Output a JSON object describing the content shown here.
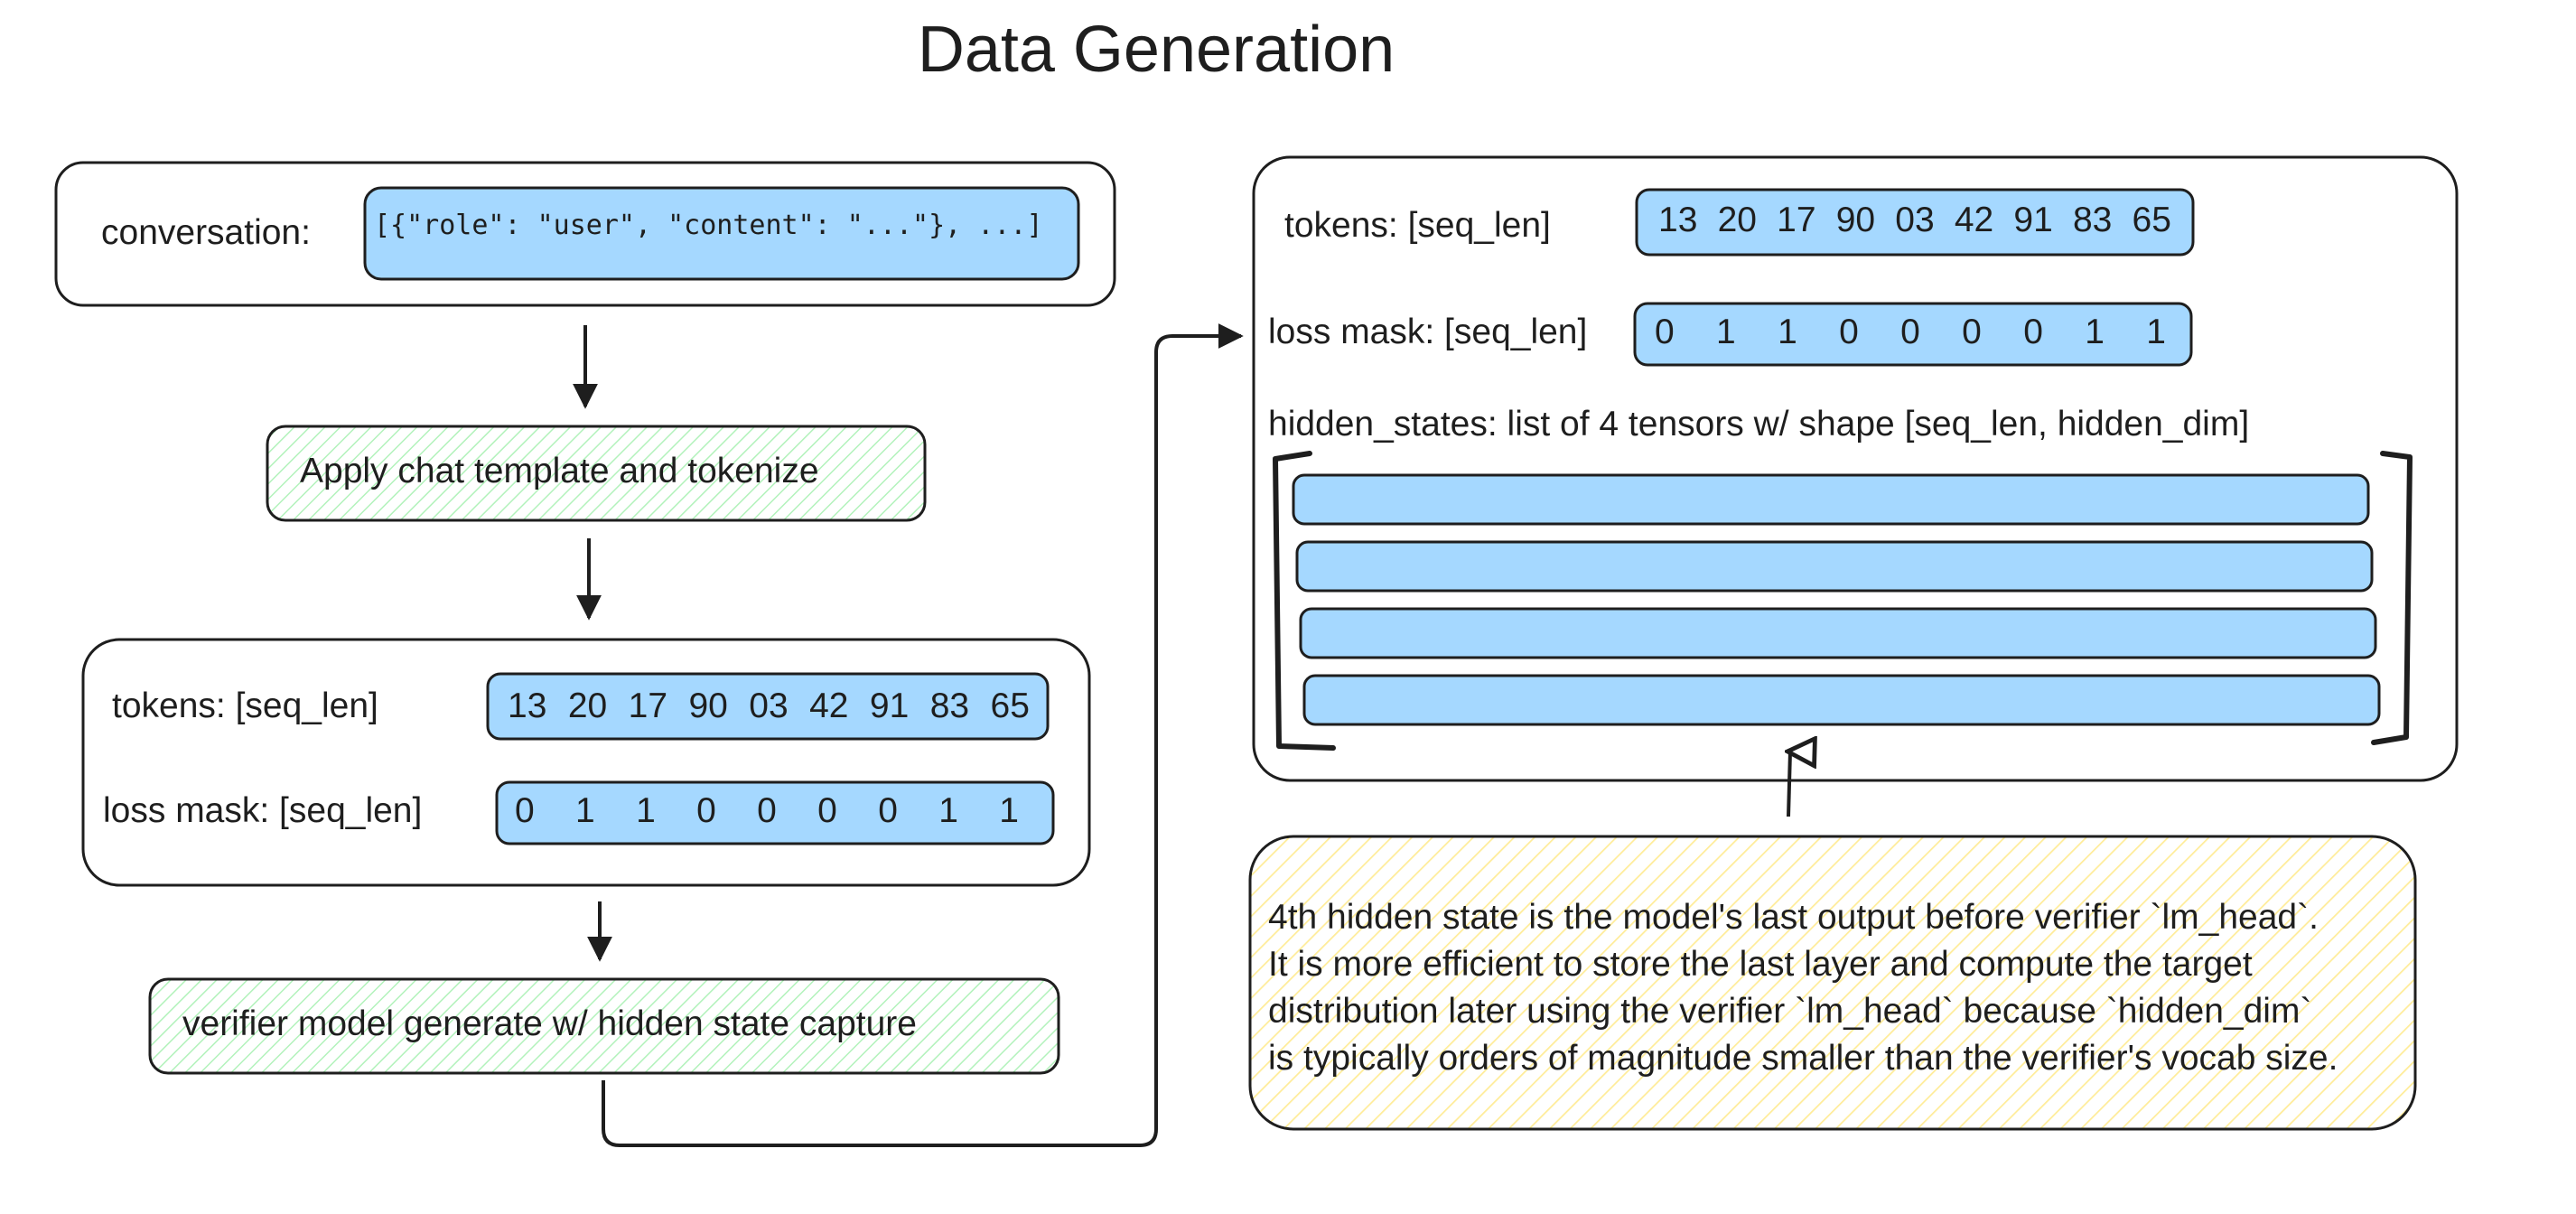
{
  "title": "Data Generation",
  "conversation": {
    "label": "conversation:",
    "value": "[{\"role\": \"user\", \"content\": \"...\"}, ...]"
  },
  "steps": {
    "tokenize": "Apply chat template and tokenize",
    "generate": "verifier model generate w/ hidden state capture"
  },
  "tokenized": {
    "tokens_label": "tokens: [seq_len]",
    "tokens": [
      "13",
      "20",
      "17",
      "90",
      "03",
      "42",
      "91",
      "83",
      "65"
    ],
    "mask_label": "loss mask: [seq_len]",
    "mask": [
      "0",
      "1",
      "1",
      "0",
      "0",
      "0",
      "0",
      "1",
      "1"
    ]
  },
  "output": {
    "tokens_label": "tokens: [seq_len]",
    "tokens": [
      "13",
      "20",
      "17",
      "90",
      "03",
      "42",
      "91",
      "83",
      "65"
    ],
    "mask_label": "loss mask: [seq_len]",
    "mask": [
      "0",
      "1",
      "1",
      "0",
      "0",
      "0",
      "0",
      "1",
      "1"
    ],
    "hidden_label": "hidden_states: list of 4 tensors w/ shape [seq_len, hidden_dim]",
    "hidden_count": 4
  },
  "note": {
    "lines": [
      "4th hidden state is the model's last output before verifier `lm_head`.",
      "It is more efficient to store the last layer and compute the target",
      "distribution later using the verifier `lm_head` because `hidden_dim`",
      "is typically orders of magnitude smaller than the verifier's vocab size."
    ]
  },
  "colors": {
    "stroke": "#1e1e1e",
    "tensor_fill": "#a5d8ff",
    "step_hatch": "#b2f2bb",
    "note_hatch": "#ffec99"
  }
}
